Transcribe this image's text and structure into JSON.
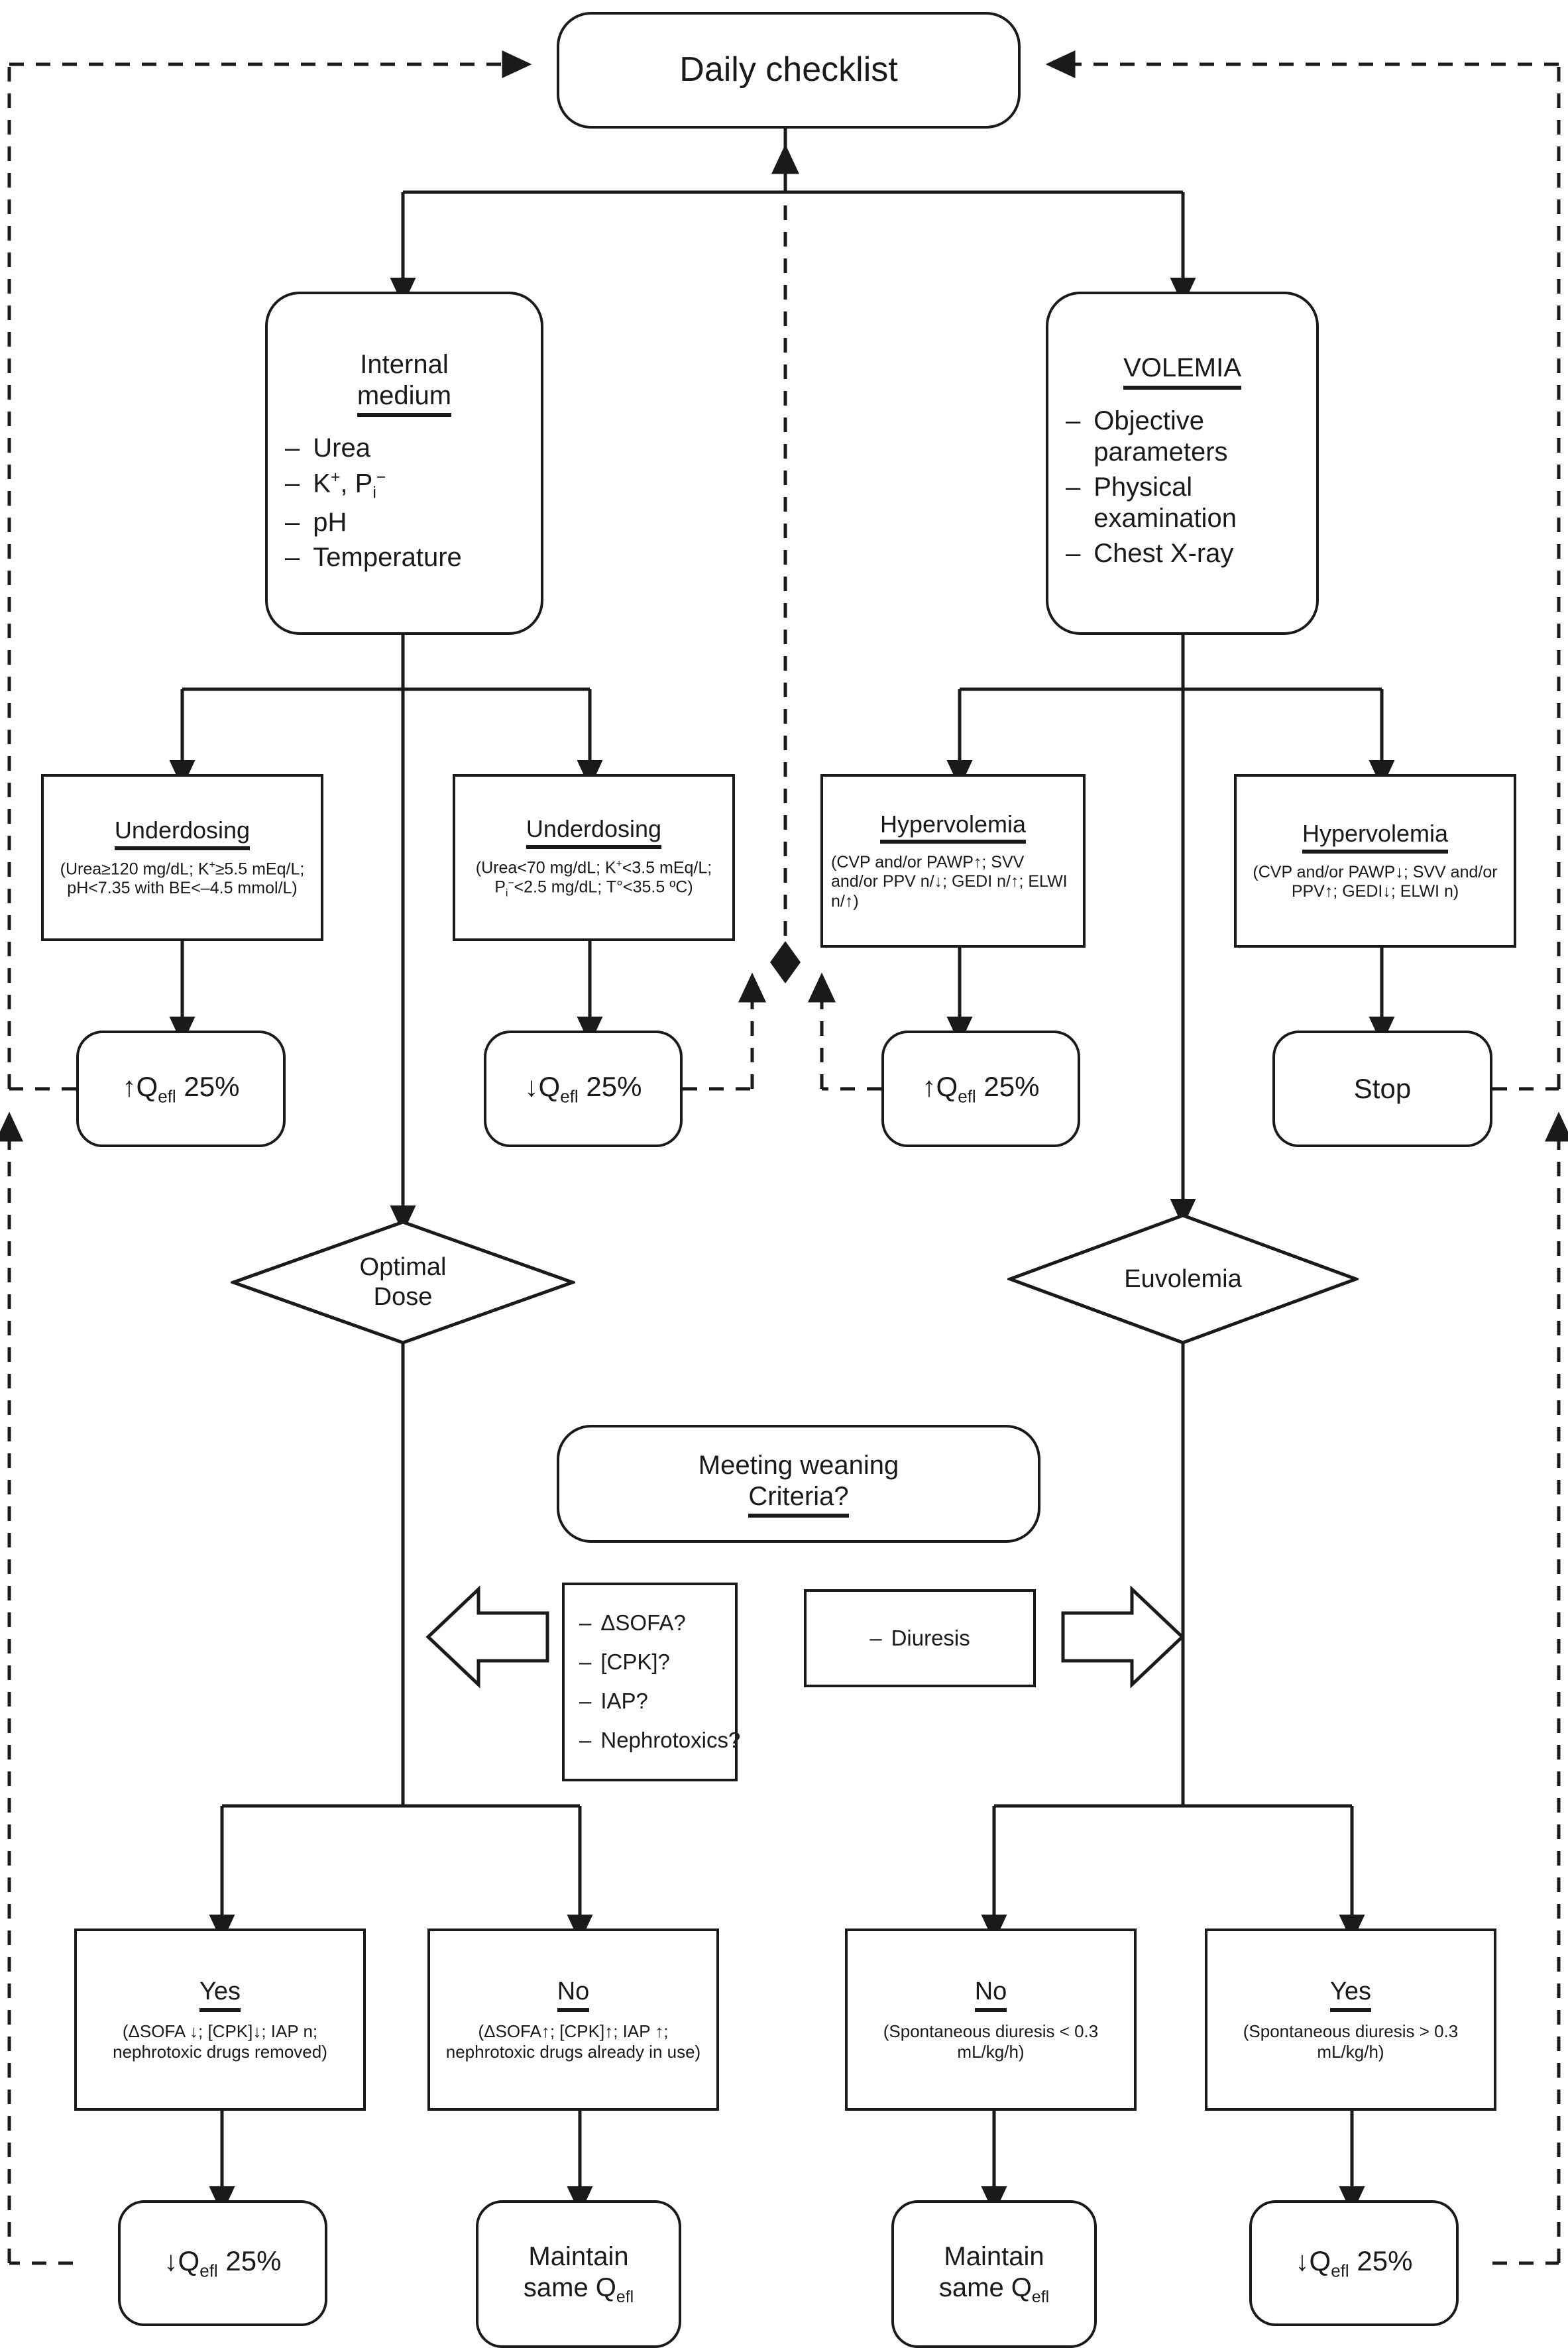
{
  "diagram": {
    "title": "Daily checklist algorithm for continuous renal replacement therapy",
    "type": "flowchart"
  },
  "nodes": {
    "daily_checklist": {
      "label": "Daily checklist"
    },
    "internal_medium": {
      "title_line1": "Internal",
      "title_line2": "medium",
      "bullets": [
        "Urea",
        "K+, Pi−",
        "pH",
        "Temperature"
      ],
      "bullet_marker": "–"
    },
    "volemia": {
      "title": "VOLEMIA",
      "bullets": [
        "Objective parameters",
        "Physical examination",
        "Chest X-ray"
      ],
      "bullet_marker": "–"
    },
    "underdosing_high": {
      "title": "Underdosing",
      "detail": "(Urea≥120 mg/dL; K+≥5.5 mEq/L; pH<7.35 with BE<–4.5 mmol/L)"
    },
    "underdosing_low": {
      "title": "Underdosing",
      "detail": "(Urea<70 mg/dL; K+<3.5 mEq/L; Pi−<2.5 mg/dL; T°<35.5 ºC)"
    },
    "hypervolemia_left": {
      "title": "Hypervolemia",
      "detail": "(CVP and/or PAWP↑; SVV and/or PPV n/↓; GEDI n/↑; ELWI n/↑)"
    },
    "hypervolemia_right": {
      "title": "Hypervolemia",
      "detail": "(CVP and/or PAWP↓; SVV and/or PPV↑; GEDI↓; ELWI n)"
    },
    "action_up_left": {
      "label": "↑Qefl 25%"
    },
    "action_down_left": {
      "label": "↓Qefl 25%"
    },
    "action_up_mid": {
      "label": "↑Qefl 25%"
    },
    "action_stop": {
      "label": "Stop"
    },
    "optimal_dose": {
      "line1": "Optimal",
      "line2": "Dose"
    },
    "euvolemia": {
      "label": "Euvolemia"
    },
    "weaning_criteria": {
      "line1": "Meeting weaning",
      "line2": "Criteria?"
    },
    "criteria_list": {
      "bullet_marker": "–",
      "items": [
        "ΔSOFA?",
        "[CPK]?",
        "IAP?",
        "Nephrotoxics?"
      ]
    },
    "diuresis_box": {
      "bullet_marker": "–",
      "item": "Diuresis"
    },
    "yes_left": {
      "title": "Yes",
      "detail": "(ΔSOFA ↓; [CPK]↓; IAP n; nephrotoxic drugs removed)"
    },
    "no_left": {
      "title": "No",
      "detail": "(ΔSOFA↑; [CPK]↑; IAP ↑; nephrotoxic drugs already in use)"
    },
    "no_right": {
      "title": "No",
      "detail": "(Spontaneous diuresis < 0.3 mL/kg/h)"
    },
    "yes_right": {
      "title": "Yes",
      "detail": "(Spontaneous diuresis > 0.3 mL/kg/h)"
    },
    "final_down_left": {
      "label": "↓Qefl 25%"
    },
    "final_maintain_left": {
      "line1": "Maintain",
      "line2": "same Qefl"
    },
    "final_maintain_right": {
      "line1": "Maintain",
      "line2": "same Qefl"
    },
    "final_down_right": {
      "label": "↓Qefl 25%"
    }
  },
  "symbols": {
    "q_base": "Q",
    "q_sub": "efl",
    "pct": " 25%",
    "arrow_up": "↑",
    "arrow_down": "↓"
  },
  "colors": {
    "stroke": "#1a1a1a",
    "fill": "#ffffff"
  }
}
